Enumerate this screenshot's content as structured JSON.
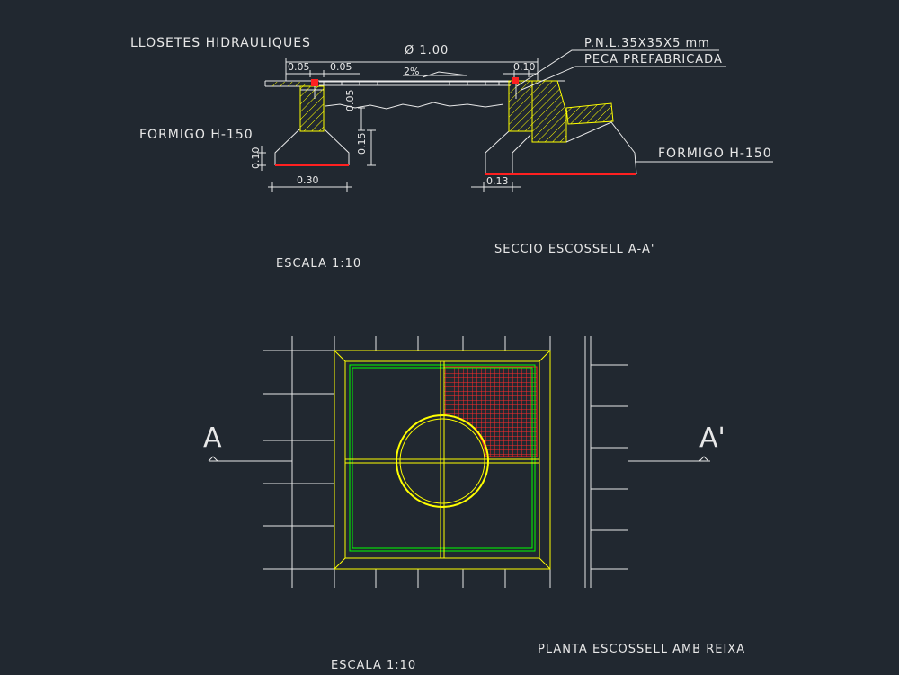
{
  "section": {
    "tile_label": "LLOSETES HIDRAULIQUES",
    "diameter": "Ø 1.00",
    "profile_label": "P.N.L.35X35X5  mm",
    "piece_label": "PECA PREFABRICADA",
    "concrete_left": "FORMIGO  H-150",
    "concrete_right": "FORMIGO  H-150",
    "dims": {
      "d005a": "0.05",
      "d005b": "0.05",
      "slope": "2%",
      "d010top": "0.10",
      "d005v": "0.05",
      "d015v": "0.15",
      "d010v": "0.10",
      "d030": "0.30",
      "d013": "0.13"
    },
    "scale": "ESCALA  1:10",
    "title": "SECCIO  ESCOSSELL  A-A'"
  },
  "plan": {
    "cut_left": "A",
    "cut_right": "A'",
    "scale": "ESCALA  1:10",
    "title": "PLANTA  ESCOSSELL  AMB  REIXA"
  },
  "colors": {
    "background": "#212830",
    "line": "#e8e8e8",
    "yellow": "#ffff00",
    "green": "#00ff00",
    "red": "#ff2020"
  }
}
